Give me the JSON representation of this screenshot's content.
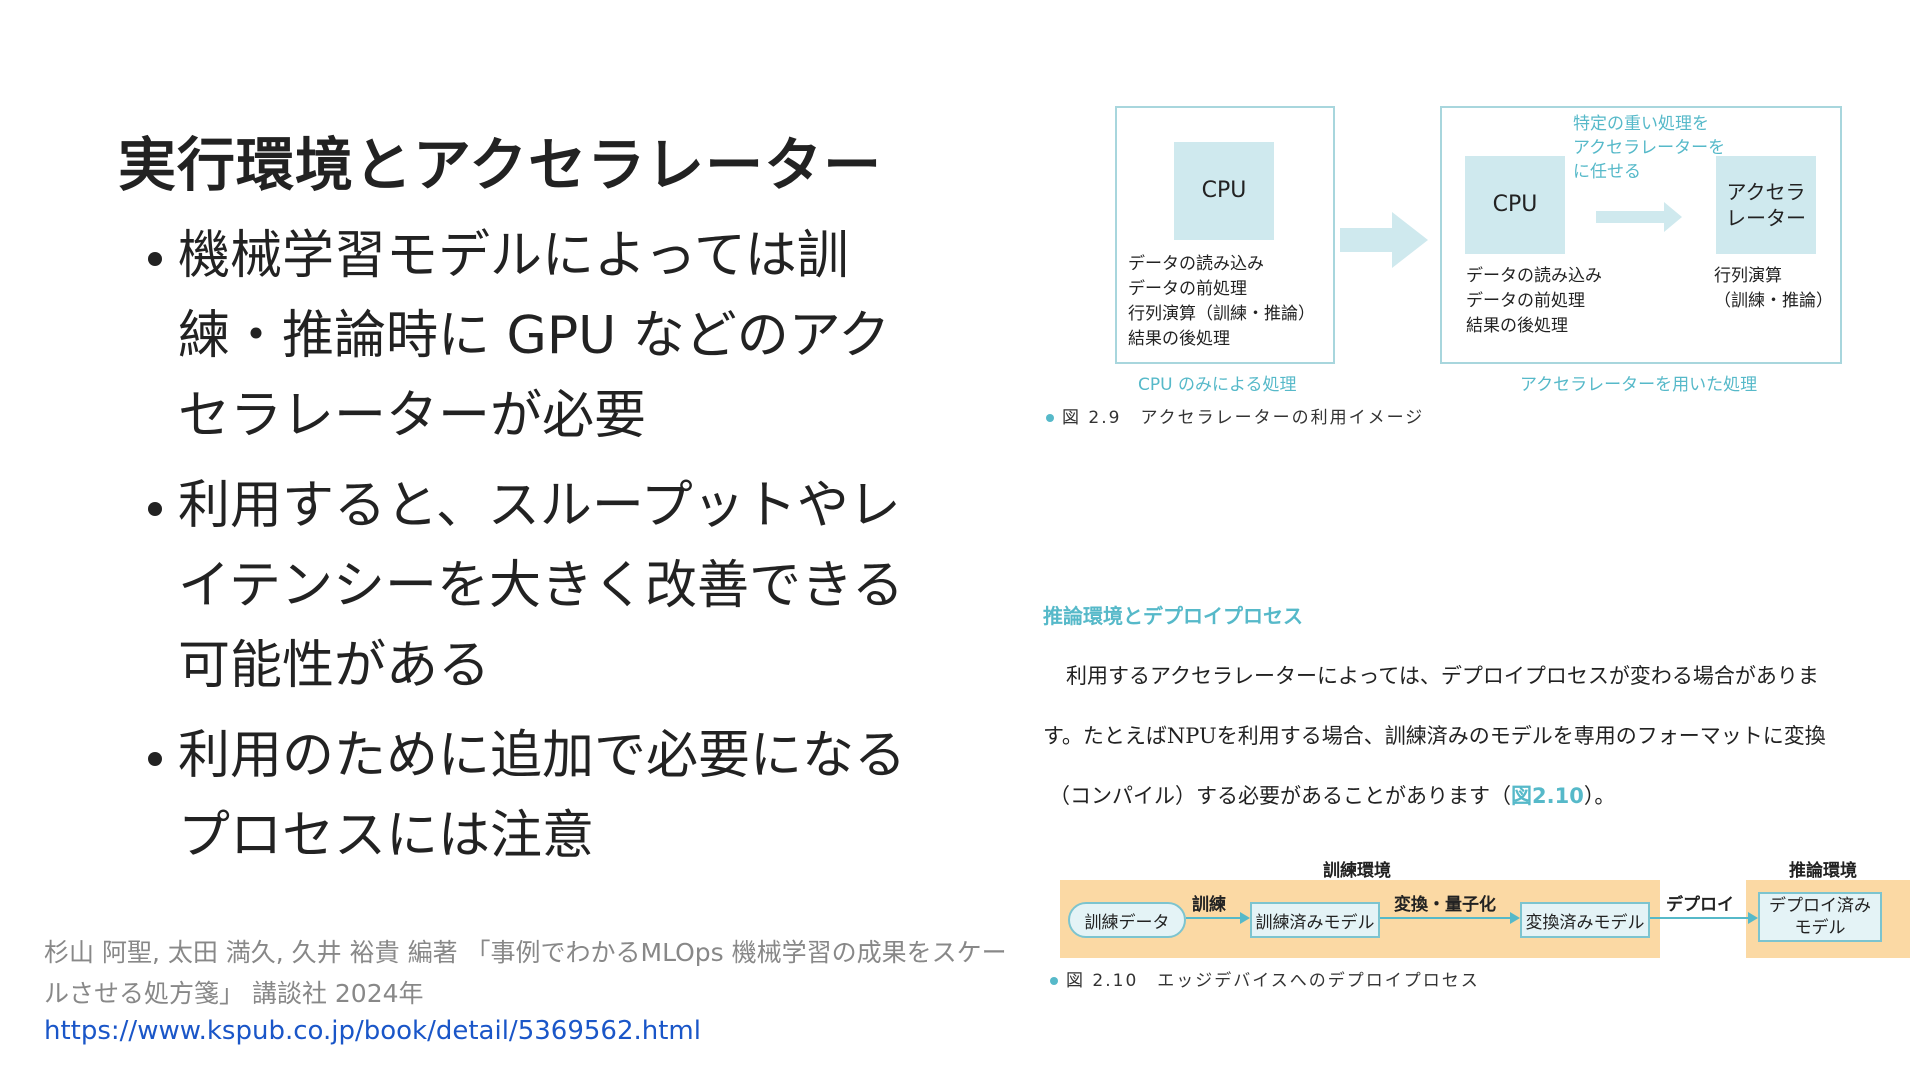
{
  "slide": {
    "title": "実行環境とアクセラレーター",
    "bullets": [
      "機械学習モデルによっては訓練・推論時に GPU などのアクセラレーターが必要",
      "利用すると、スループットやレイテンシーを大きく改善できる可能性がある",
      "利用のために追加で必要になるプロセスには注意"
    ],
    "citation": "杉山 阿聖, 太田 満久, 久井 裕貴 編著 「事例でわかるMLOps 機械学習の成果をスケールさせる処方箋」 講談社 2024年",
    "link": "https://www.kspub.co.jp/book/detail/5369562.html"
  },
  "figure_2_9": {
    "left_panel": {
      "chip": "CPU",
      "tasks": [
        "データの読み込み",
        "データの前処理",
        "行列演算（訓練・推論）",
        "結果の後処理"
      ],
      "label": "CPU のみによる処理"
    },
    "right_panel": {
      "cpu_chip": "CPU",
      "accel_chip": "アクセラレーター",
      "cpu_tasks": [
        "データの読み込み",
        "データの前処理",
        "結果の後処理"
      ],
      "accel_tasks": [
        "行列演算",
        "（訓練・推論）"
      ],
      "offload_note": [
        "特定の重い処理を",
        "アクセラレーターを",
        "に任せる"
      ],
      "label": "アクセラレーターを用いた処理"
    },
    "caption": "図 2.9　アクセラレーターの利用イメージ"
  },
  "text_block": {
    "heading": "推論環境とデプロイプロセス",
    "lines": [
      "利用するアクセラレーターによっては、デプロイプロセスが変わる場合がありま",
      "す。たとえばNPUを利用する場合、訓練済みのモデルを専用のフォーマットに変換",
      "（コンパイル）する必要があることがあります（"
    ],
    "fig_ref": "図2.10",
    "line_end": "）。"
  },
  "figure_2_10": {
    "train_env_label": "訓練環境",
    "infer_env_label": "推論環境",
    "stages": [
      "訓練データ",
      "訓練済みモデル",
      "変換済みモデル",
      "デプロイ済みモデル"
    ],
    "steps": [
      "訓練",
      "変換・量子化",
      "デプロイ"
    ],
    "caption": "図 2.10　エッジデバイスへのデプロイプロセス"
  },
  "colors": {
    "accent": "#56b9c9",
    "chip": "#cfe9ee",
    "band": "#fbd9a4",
    "link": "#1a56c8"
  }
}
